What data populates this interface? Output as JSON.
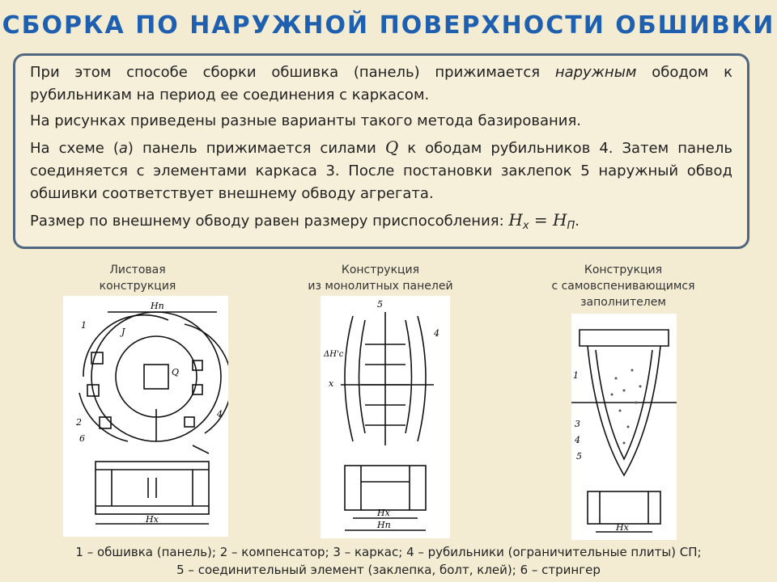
{
  "title": "СБОРКА ПО НАРУЖНОЙ ПОВЕРХНОСТИ ОБШИВКИ",
  "text": {
    "p1_a": "При этом способе сборки обшивка (панель) прижимается ",
    "p1_it": "наружным",
    "p1_b": " ободом к рубильникам на период ее соединения с каркасом.",
    "p2": "На рисунках приведены разные варианты такого метода базирования.",
    "p3_a": "На схеме (",
    "p3_it": "а",
    "p3_b": ") панель прижимается силами ",
    "p3_q": "Q",
    "p3_c": " к ободам рубильников 4. Затем панель соединяется с элементами каркаса 3. После постановки заклепок 5 наружный обвод обшивки соответствует внешнему обводу агрегата.",
    "p4_a": "Размер по внешнему обводу равен размеру приспособления: ",
    "p4_hx": "H",
    "p4_x": "x",
    "p4_eq": " = ",
    "p4_hp": "H",
    "p4_p": "П",
    "p4_dot": "."
  },
  "captions": {
    "c1_l1": "Листовая",
    "c1_l2": "конструкция",
    "c2_l1": "Конструкция",
    "c2_l2": "из монолитных панелей",
    "c3_l1": "Конструкция",
    "c3_l2": "с самовспенивающимся",
    "c3_l3": "заполнителем"
  },
  "figure_labels": {
    "hp": "Hп",
    "hx": "Hx",
    "j": "J",
    "q": "Q",
    "n1": "1",
    "n2": "2",
    "n3": "3",
    "n4": "4",
    "n5": "5",
    "n6": "6",
    "dh": "ΔH'c",
    "xl": "x"
  },
  "legend": {
    "line1": "1 – обшивка (панель); 2 – компенсатор; 3 – каркас; 4 – рубильники (ограничительные плиты) СП;",
    "line2": "5 – соединительный элемент (заклепка, болт, клей); 6 – стрингер"
  },
  "colors": {
    "title": "#1f5fb0",
    "border": "#51667f",
    "background": "#f3ecd3"
  }
}
